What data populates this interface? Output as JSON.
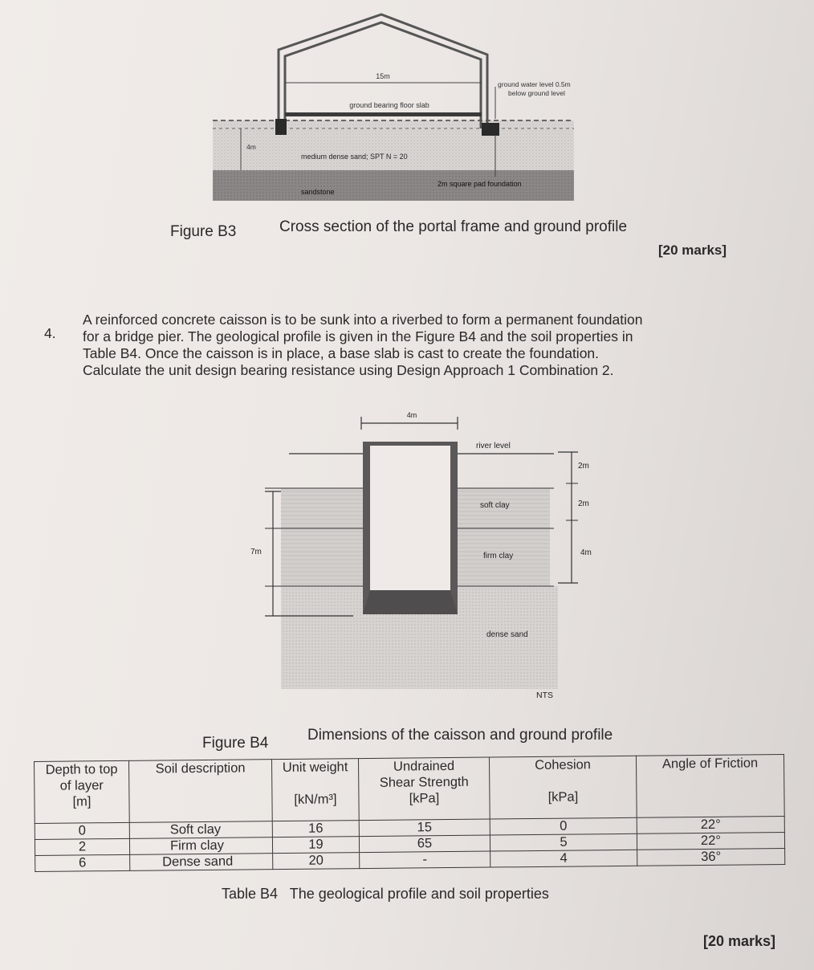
{
  "figure_b3": {
    "span_label": "15m",
    "floor_slab_label": "ground bearing floor slab",
    "gw_label_line1": "ground water level 0.5m",
    "gw_label_line2": "below ground level",
    "depth_label": "4m",
    "sand_label": "medium dense sand; SPT N = 20",
    "rock_label": "sandstone",
    "pad_label": "2m square pad foundation",
    "caption_num": "Figure B3",
    "caption_text": "Cross section of the portal frame and ground profile",
    "marks": "[20 marks]"
  },
  "question": {
    "number": "4.",
    "lines": [
      "A reinforced concrete caisson is to be sunk into a riverbed to form a permanent foundation",
      "for a bridge pier. The geological profile is given in the Figure B4 and the soil properties in",
      "Table B4. Once the caisson is in place, a base slab is cast to create the foundation.",
      "Calculate the unit design bearing resistance using Design Approach 1 Combination 2."
    ]
  },
  "figure_b4": {
    "width_label": "4m",
    "river_label": "river level",
    "dim_2m_a": "2m",
    "dim_2m_b": "2m",
    "dim_4m": "4m",
    "dim_7m": "7m",
    "soft_clay": "soft clay",
    "firm_clay": "firm clay",
    "dense_sand": "dense sand",
    "nts": "NTS",
    "caption_num": "Figure B4",
    "caption_text": "Dimensions of the caisson and ground profile"
  },
  "table_b4": {
    "headers": {
      "depth": [
        "Depth to top",
        "of layer",
        "[m]"
      ],
      "desc": "Soil description",
      "unit_weight": [
        "Unit weight",
        "[kN/m³]"
      ],
      "undrained": [
        "Undrained",
        "Shear Strength",
        "[kPa]"
      ],
      "cohesion": [
        "Cohesion",
        "[kPa]"
      ],
      "friction": "Angle of Friction"
    },
    "rows": [
      {
        "depth": "0",
        "desc": "Soft clay",
        "gamma": "16",
        "cu": "15",
        "c": "0",
        "phi": "22°"
      },
      {
        "depth": "2",
        "desc": "Firm clay",
        "gamma": "19",
        "cu": "65",
        "c": "5",
        "phi": "22°"
      },
      {
        "depth": "6",
        "desc": "Dense sand",
        "gamma": "20",
        "cu": "-",
        "c": "4",
        "phi": "36°"
      }
    ],
    "caption": "Table B4   The geological profile and soil properties",
    "marks": "[20 marks]"
  }
}
